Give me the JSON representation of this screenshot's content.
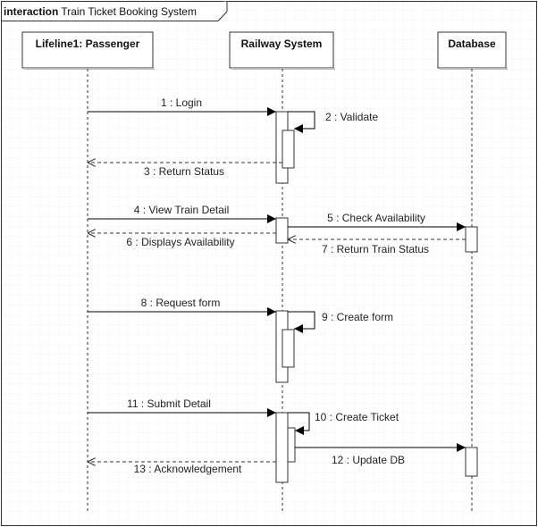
{
  "frame": {
    "keyword": "interaction",
    "title": "Train Ticket Booking System"
  },
  "lifelines": [
    {
      "id": "passenger",
      "label": "Lifeline1: Passenger"
    },
    {
      "id": "railway",
      "label": "Railway System"
    },
    {
      "id": "database",
      "label": "Database"
    }
  ],
  "messages": [
    {
      "n": 1,
      "label": "1 : Login",
      "from": "passenger",
      "to": "railway",
      "kind": "sync"
    },
    {
      "n": 2,
      "label": "2 : Validate",
      "from": "railway",
      "to": "railway",
      "kind": "self"
    },
    {
      "n": 3,
      "label": "3 : Return Status",
      "from": "railway",
      "to": "passenger",
      "kind": "reply"
    },
    {
      "n": 4,
      "label": "4 : View Train Detail",
      "from": "passenger",
      "to": "railway",
      "kind": "sync"
    },
    {
      "n": 5,
      "label": "5 : Check Availability",
      "from": "railway",
      "to": "database",
      "kind": "sync"
    },
    {
      "n": 6,
      "label": "6 : Displays Availability",
      "from": "railway",
      "to": "passenger",
      "kind": "reply"
    },
    {
      "n": 7,
      "label": "7 : Return Train Status",
      "from": "database",
      "to": "railway",
      "kind": "reply"
    },
    {
      "n": 8,
      "label": "8 : Request form",
      "from": "passenger",
      "to": "railway",
      "kind": "sync"
    },
    {
      "n": 9,
      "label": "9 : Create form",
      "from": "railway",
      "to": "railway",
      "kind": "self"
    },
    {
      "n": 11,
      "label": "11 : Submit Detail",
      "from": "passenger",
      "to": "railway",
      "kind": "sync"
    },
    {
      "n": 10,
      "label": "10 : Create Ticket",
      "from": "railway",
      "to": "railway",
      "kind": "self"
    },
    {
      "n": 12,
      "label": "12 : Update DB",
      "from": "railway",
      "to": "database",
      "kind": "sync"
    },
    {
      "n": 13,
      "label": "13 : Acknowledgement",
      "from": "railway",
      "to": "passenger",
      "kind": "reply"
    }
  ],
  "colors": {
    "grid": "#e6e6e6",
    "line": "#333333",
    "header_fill": "#ffffff",
    "text": "#222222"
  }
}
